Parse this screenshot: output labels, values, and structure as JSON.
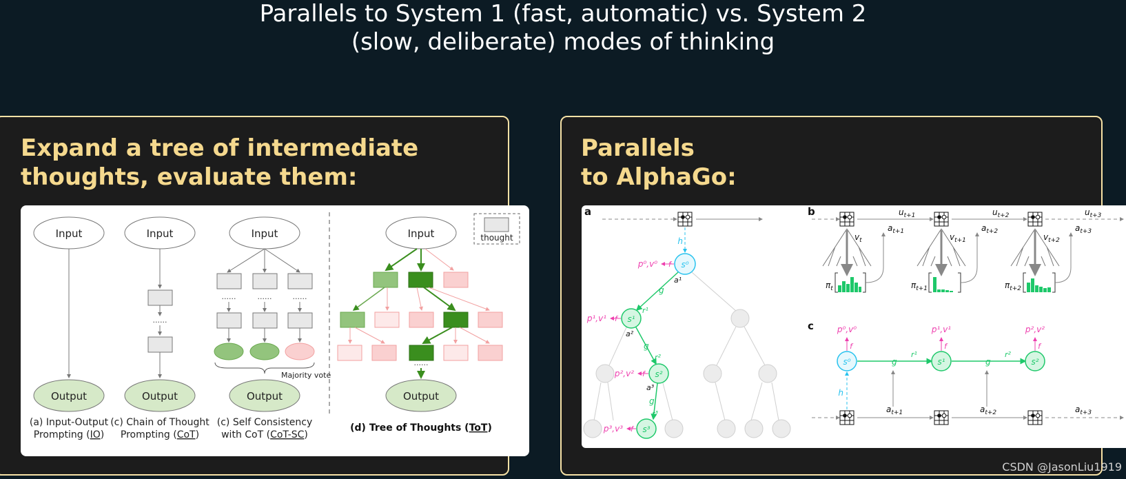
{
  "title": {
    "line1": "Parallels to System 1 (fast, automatic) vs. System 2",
    "line2": "(slow, deliberate) modes of thinking"
  },
  "left_panel": {
    "heading_line1": "Expand a tree of intermediate",
    "heading_line2": "thoughts, evaluate them:",
    "figure": {
      "input_label": "Input",
      "output_label": "Output",
      "legend_label": "thought",
      "dots": "......",
      "majority_vote": "Majority vote",
      "captions": {
        "io_a": "(a) Input-Output",
        "io_b": "Prompting (",
        "io_abbr": "IO",
        "io_c": ")",
        "cot_a": "(c) Chain of Thought",
        "cot_b": "Prompting (",
        "cot_abbr": "CoT",
        "cot_c": ")",
        "sc_a": "(c) Self Consistency",
        "sc_b": "with CoT (",
        "sc_abbr": "CoT-SC",
        "sc_c": ")",
        "tot_a": "(d) Tree of Thoughts (",
        "tot_abbr": "ToT",
        "tot_c": ")"
      }
    }
  },
  "right_panel": {
    "heading_line1": "Parallels",
    "heading_line2": "to AlphaGo:",
    "figure": {
      "label_a": "a",
      "label_b": "b",
      "label_c": "c",
      "h": "h",
      "f": "f",
      "g": "g",
      "s0": "s⁰",
      "s1": "s¹",
      "s2": "s²",
      "s3": "s³",
      "pv0": "p⁰,v⁰",
      "pv1": "p¹,v¹",
      "pv2": "p²,v²",
      "pv3": "p³,v³",
      "a1": "a¹",
      "a2": "a²",
      "a3": "a³",
      "r1": "r¹",
      "r2": "r²",
      "r3": "r³",
      "ut1": "u",
      "ut1_sub": "t+1",
      "ut2_sub": "t+2",
      "ut3_sub": "t+3",
      "a_t": "a",
      "v_t": "v",
      "v_sub_t": "t",
      "pi": "π",
      "pi_sub_t": "t"
    }
  },
  "watermark": "CSDN @JasonLiu1919",
  "colors": {
    "background": "#0c1b24",
    "panel": "#1c1c1c",
    "panel_border": "#f7e2a6",
    "heading": "#f5d98e",
    "tot_green": "#3a8e1e",
    "tot_light_green": "#9ccc84",
    "tot_pink": "#fbd0d0",
    "alphago_cyan": "#27c2ee",
    "alphago_green": "#1ec86a",
    "alphago_magenta": "#ee3fae"
  }
}
